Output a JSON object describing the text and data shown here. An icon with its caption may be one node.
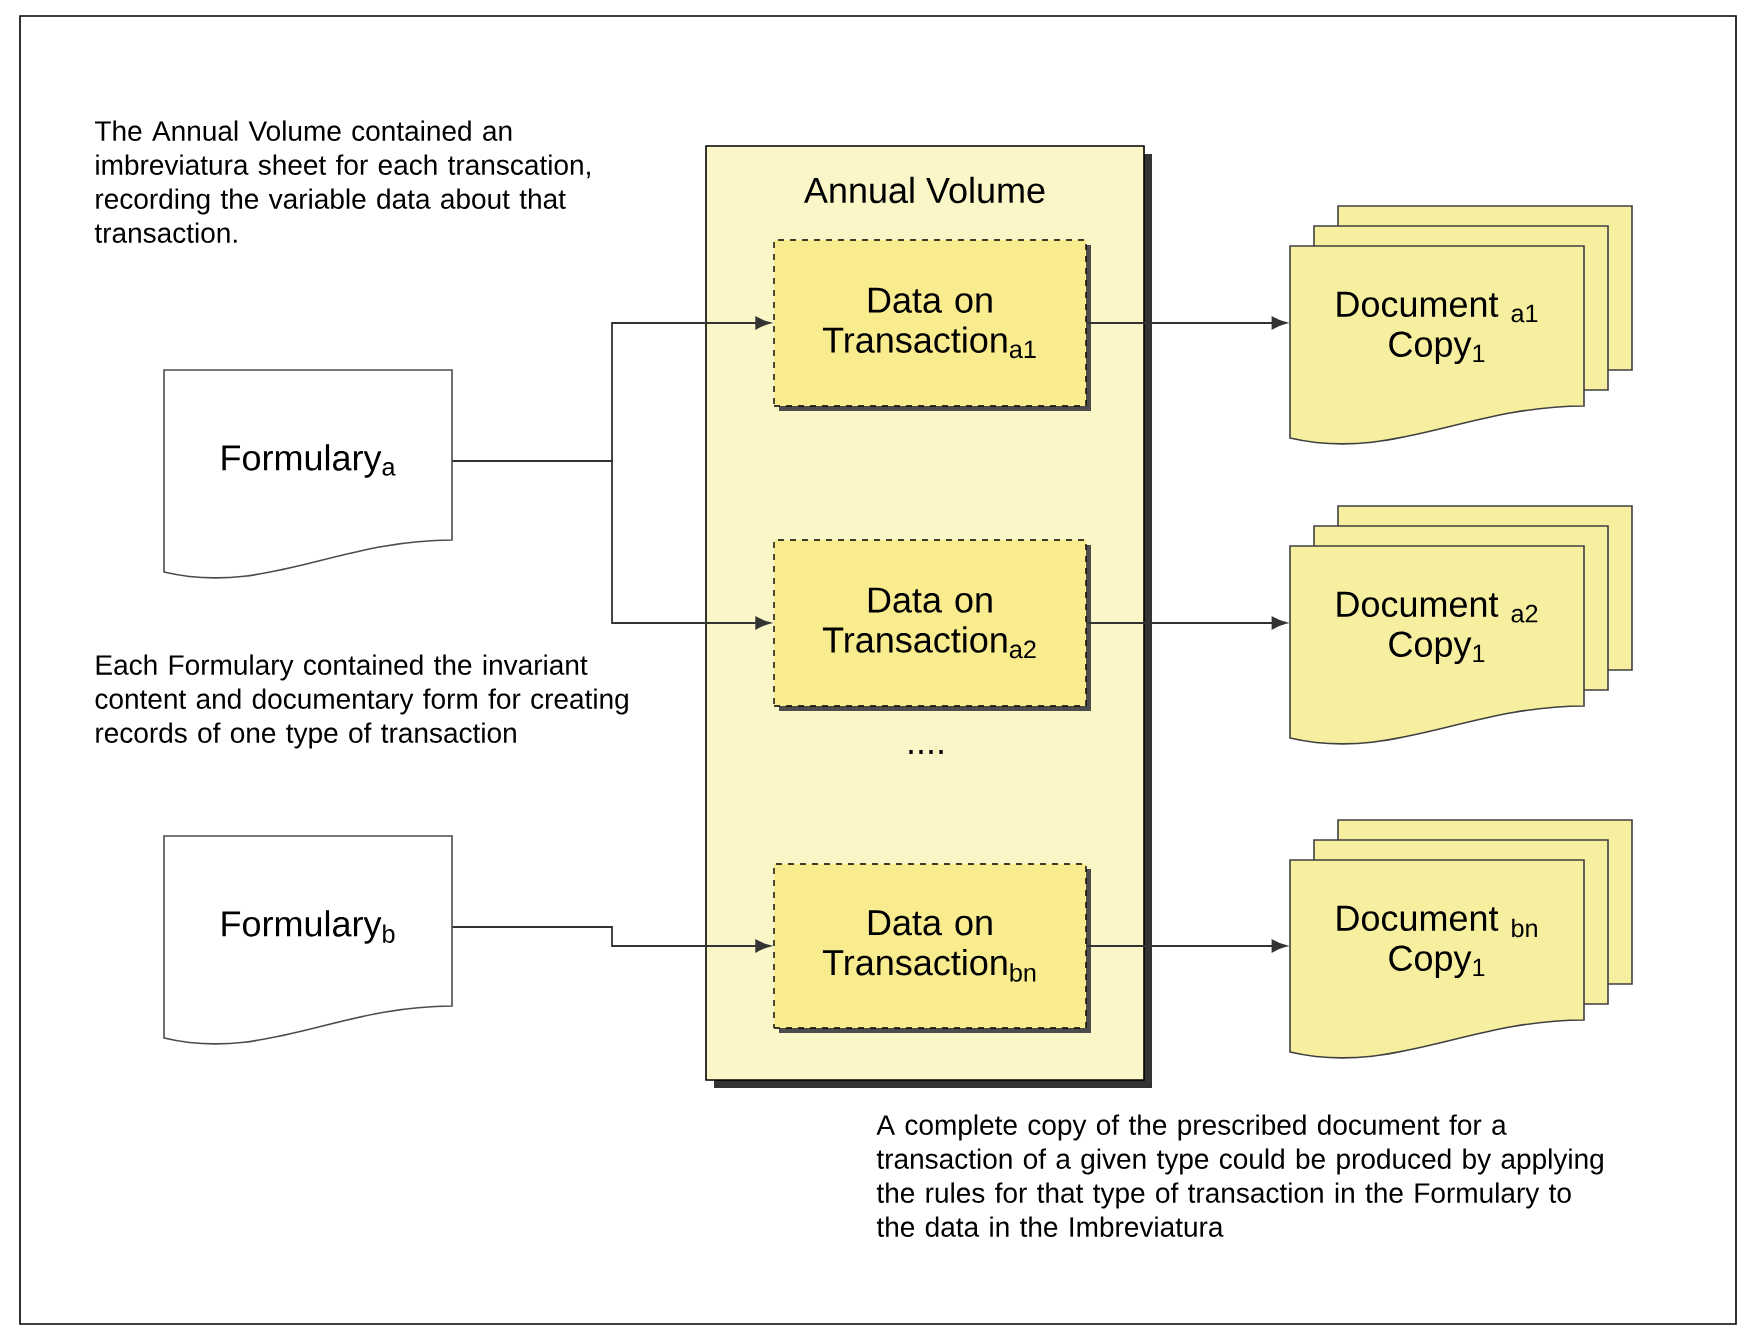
{
  "diagram": {
    "nodes": [
      {
        "text": [
          "Formulary$_{a}$"
        ]
      },
      {
        "text": [
          "Formulary$_{b}$"
        ]
      },
      {
        "text": [
          "Annual Volume"
        ]
      },
      {
        "text": [
          "Data on Transaction$_{a1}$"
        ],
        "in": 2
      },
      {
        "text": [
          "Data on Transaction$_{a2}$"
        ],
        "in": 2
      },
      {
        "text": [
          "Data on Transaction$_{bn}$"
        ],
        "in": 2
      },
      {
        "text": [
          "Document $_{a1}$ Copy$_{1}$"
        ]
      },
      {
        "text": [
          "Document $_{a2}$ Copy$_{1}$"
        ]
      },
      {
        "text": [
          "Document $_{bn}$ Copy$_{1}$"
        ]
      }
    ],
    "edges": [
      {
        "from": 0,
        "to": 3,
        "arrow": "to"
      },
      {
        "from": 0,
        "to": 4,
        "arrow": "to"
      },
      {
        "from": 1,
        "to": 5,
        "arrow": "to"
      },
      {
        "from": 3,
        "to": 6,
        "arrow": "to"
      },
      {
        "from": 4,
        "to": 7,
        "arrow": "to"
      },
      {
        "from": 5,
        "to": 8,
        "arrow": "to"
      }
    ],
    "labels": [
      "The Annual Volume contained an imbreviatura sheet for each transcation, recording the variable data about that transaction.",
      "Each Formulary contained the invariant content and documentary form for creating records of one type of transaction",
      "....",
      "A complete copy of the prescribed document for a transaction of a given type could be produced by applying the rules for that type of transaction in the Formulary to the data in the Imbreviatura"
    ]
  }
}
